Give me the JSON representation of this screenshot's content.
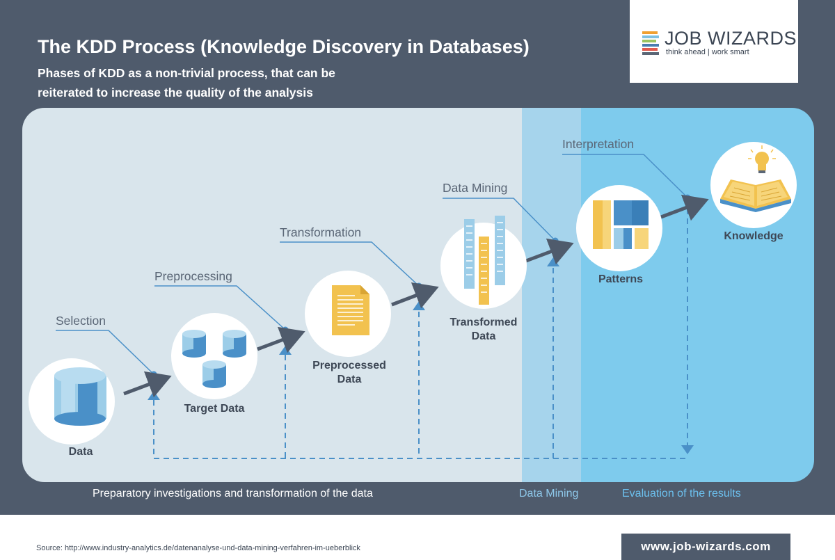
{
  "header": {
    "title": "The KDD Process (Knowledge Discovery in Databases)",
    "subtitle_line1": "Phases of KDD as a non-trivial process, that can be",
    "subtitle_line2": "reiterated to increase the quality of the analysis"
  },
  "logo": {
    "name": "JOB WIZARDS",
    "tagline": "think ahead | work smart",
    "bar_colors": [
      "#f0a030",
      "#7ec0e0",
      "#9cc460",
      "#4a7db0",
      "#e05a4e",
      "#5a6676"
    ]
  },
  "steps": [
    "Selection",
    "Preprocessing",
    "Transformation",
    "Data Mining",
    "Interpretation"
  ],
  "nodes": {
    "data": "Data",
    "target": "Target Data",
    "preprocessed_1": "Preprocessed",
    "preprocessed_2": "Data",
    "transformed_1": "Transformed",
    "transformed_2": "Data",
    "patterns": "Patterns",
    "knowledge": "Knowledge"
  },
  "phases": {
    "preparatory": "Preparatory investigations and transformation of the data",
    "mining": "Data Mining",
    "evaluation": "Evaluation of the results"
  },
  "footer": {
    "source": "Source: http://www.industry-analytics.de/datenanalyse-und-data-mining-verfahren-im-ueberblick",
    "website": "www.job-wizards.com"
  },
  "colors": {
    "dark": "#4f5b6c",
    "gray_panel": "#d9e5ec",
    "mining_panel": "#a6d4ec",
    "evaluation_panel": "#7ecbed",
    "accent_blue": "#4a90c8",
    "doc_yellow": "#f2c24f"
  }
}
